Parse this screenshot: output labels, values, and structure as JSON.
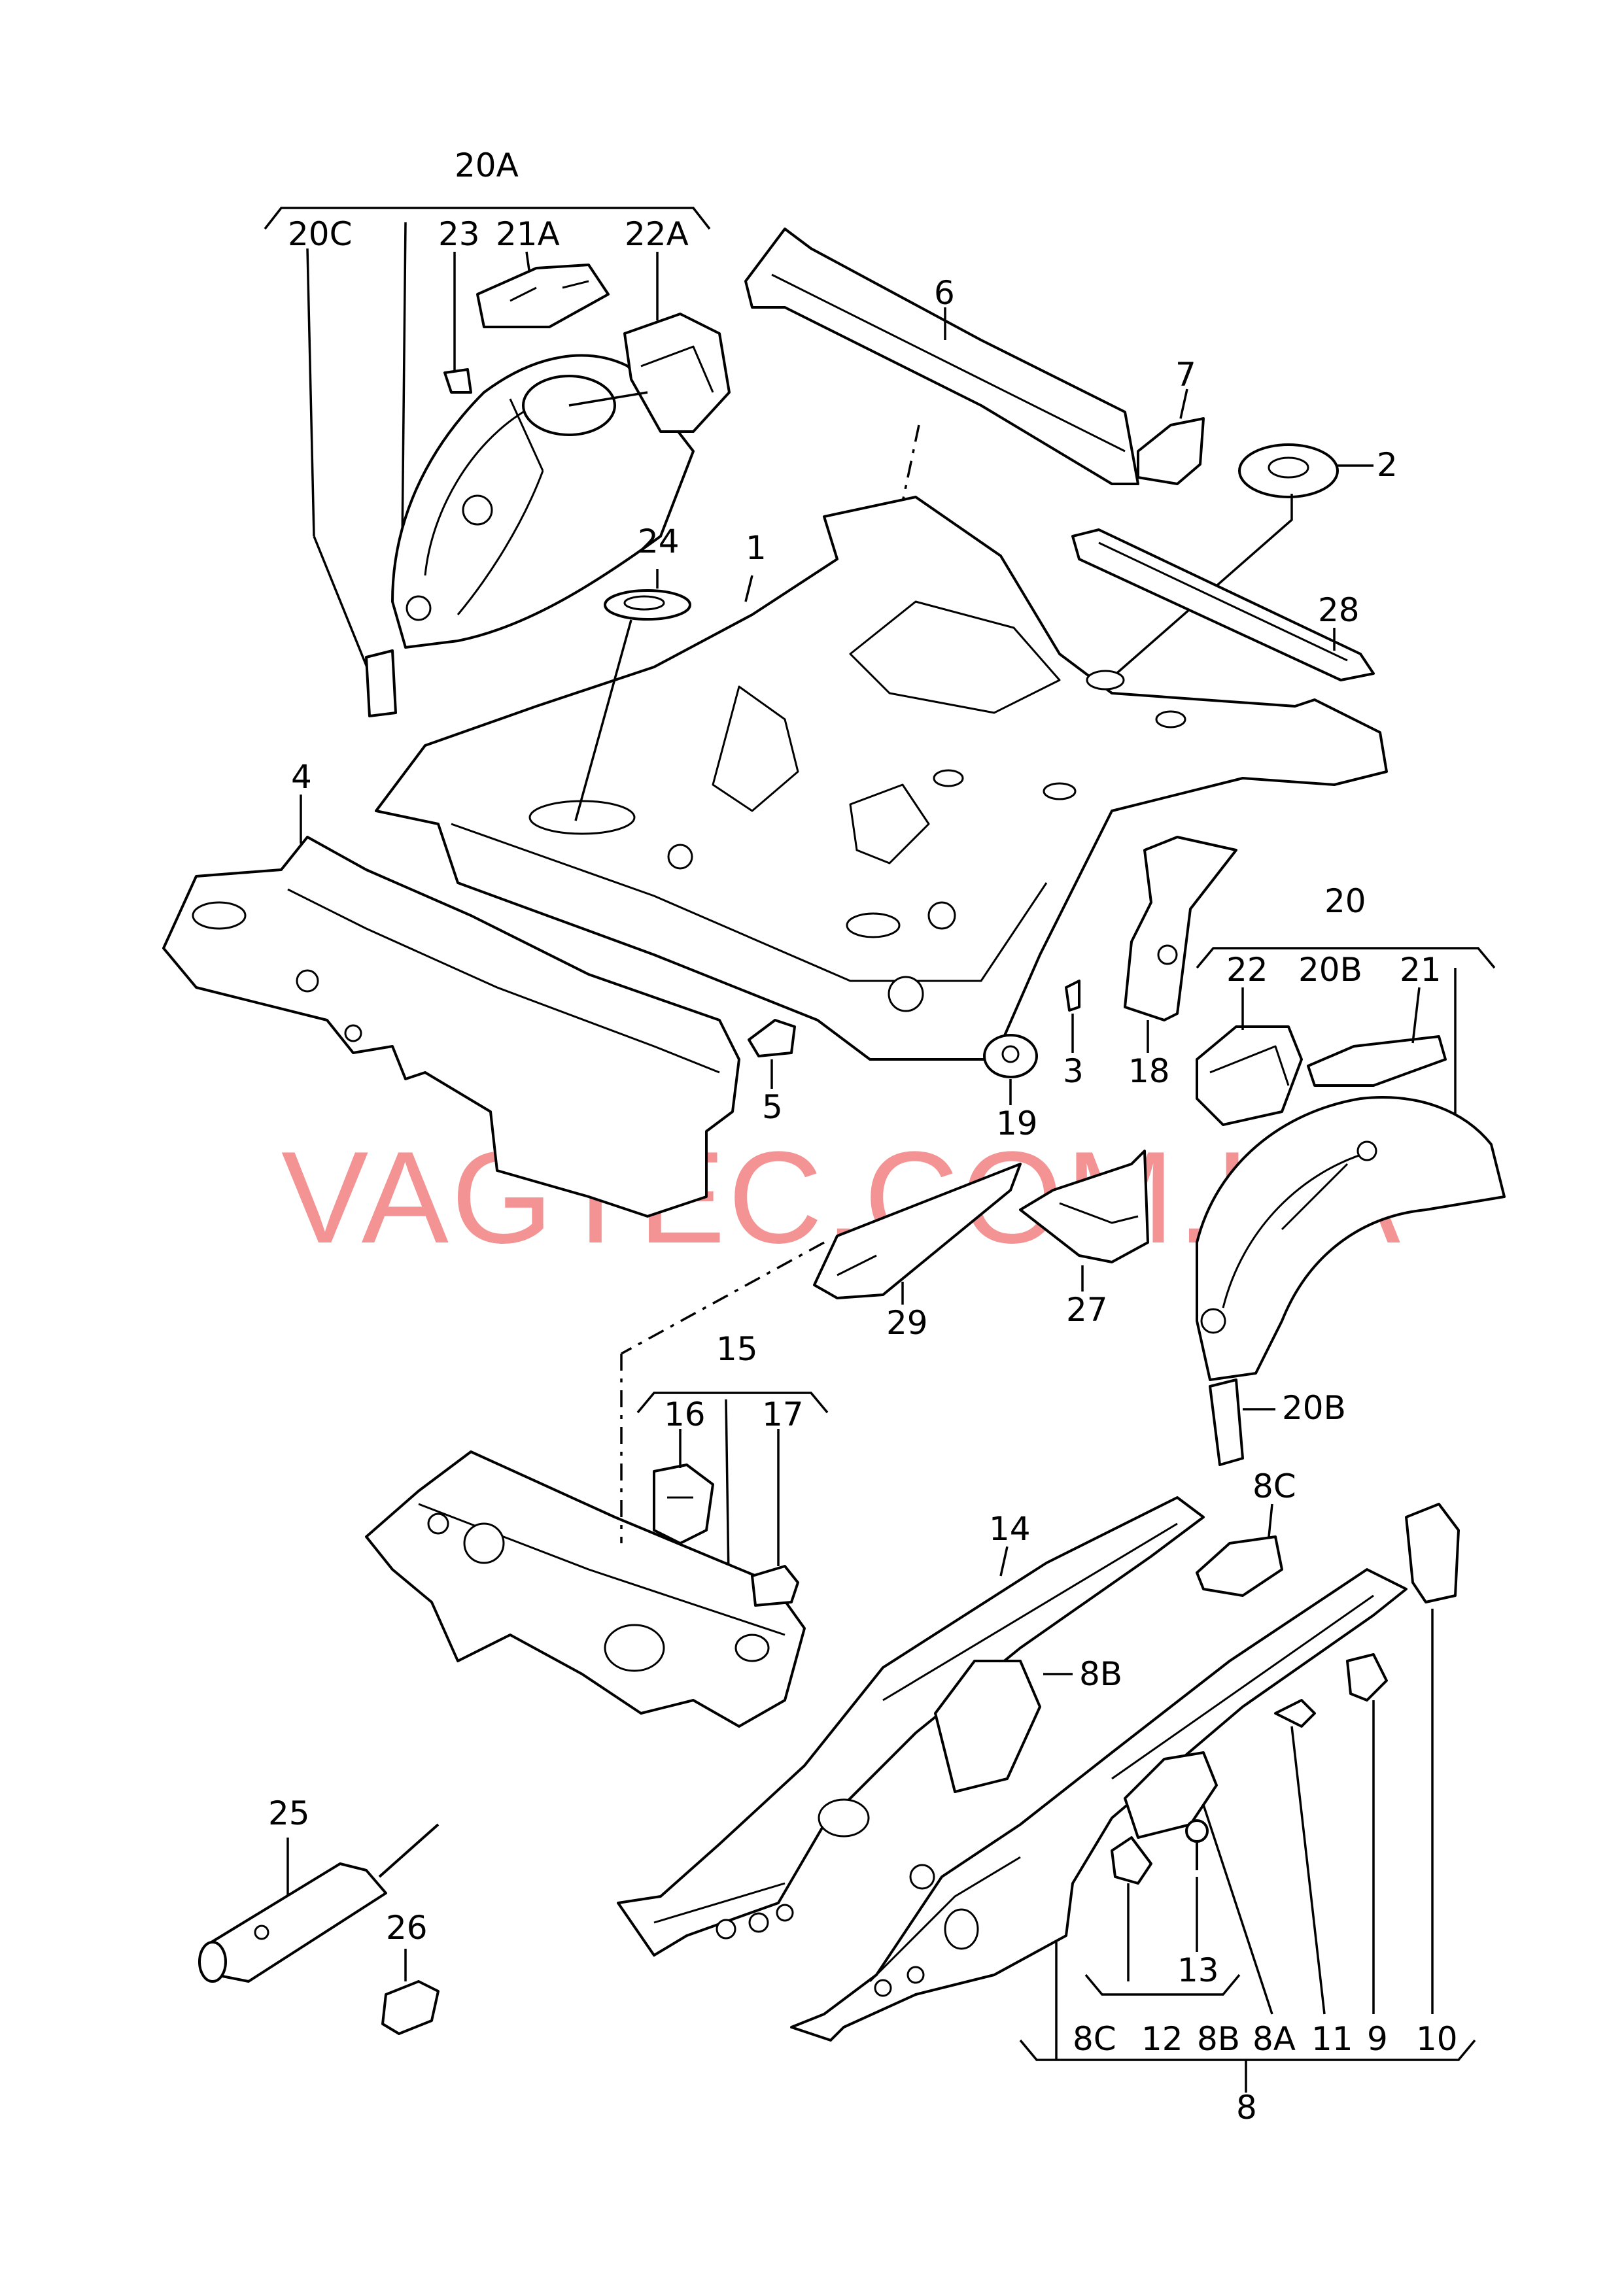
{
  "watermark": "VAGTEC.COM.UA",
  "callouts": {
    "c1": "1",
    "c2": "2",
    "c3": "3",
    "c4": "4",
    "c5": "5",
    "c6": "6",
    "c7": "7",
    "c8": "8",
    "c8A": "8A",
    "c8B": "8B",
    "c8B_lower": "8B",
    "c8C": "8C",
    "c8C_lower": "8C",
    "c9": "9",
    "c10": "10",
    "c11": "11",
    "c12": "12",
    "c13": "13",
    "c14": "14",
    "c15": "15",
    "c16": "16",
    "c17": "17",
    "c18": "18",
    "c19": "19",
    "c20": "20",
    "c20A": "20A",
    "c20B": "20B",
    "c20B_side": "20B",
    "c20C": "20C",
    "c21": "21",
    "c21A": "21A",
    "c22": "22",
    "c22A": "22A",
    "c23": "23",
    "c24": "24",
    "c25": "25",
    "c26": "26",
    "c27": "27",
    "c28": "28",
    "c29": "29"
  },
  "colors": {
    "watermark": "#f07070",
    "line": "#000000",
    "background": "#ffffff"
  }
}
